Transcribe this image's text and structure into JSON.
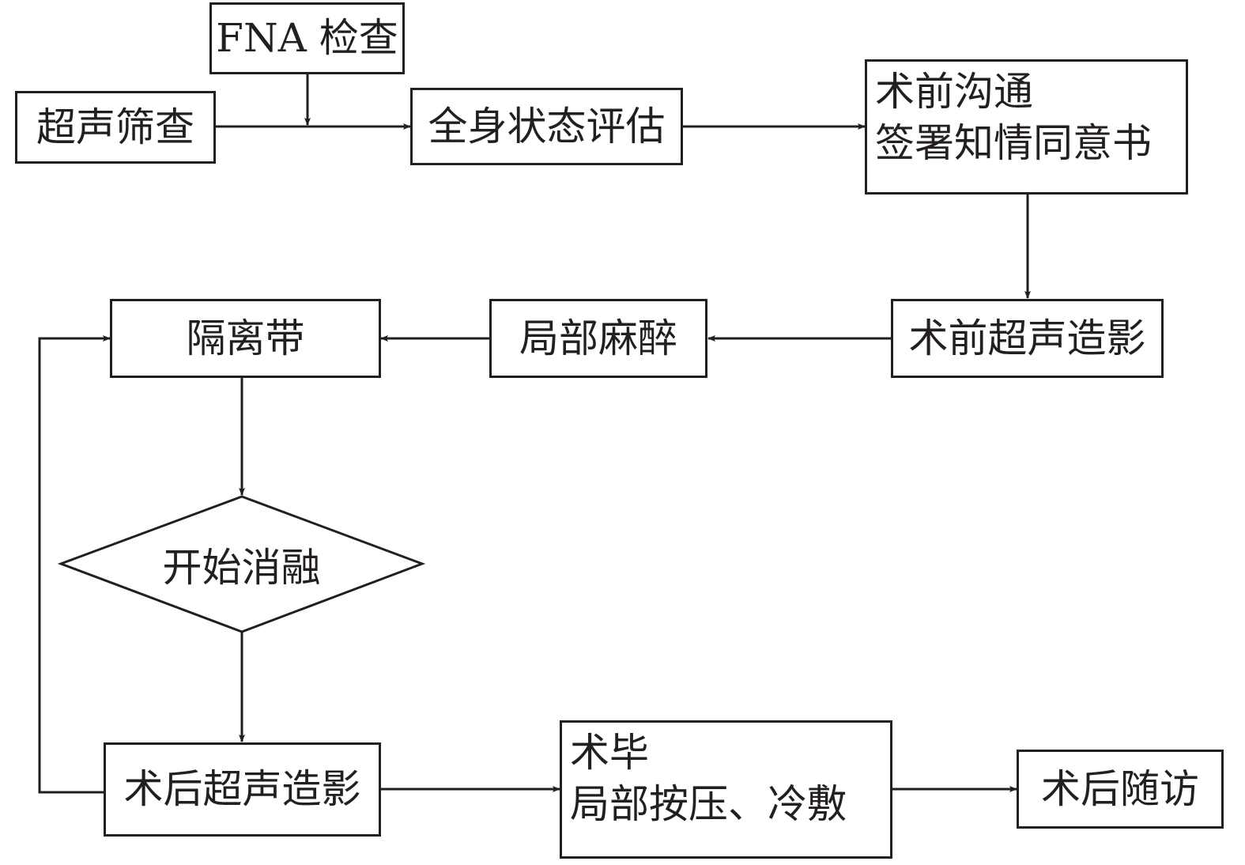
{
  "nodes": {
    "fna": "FNA 检查",
    "screening": "超声筛查",
    "assessment": "全身状态评估",
    "consult_line1": "术前沟通",
    "consult_line2": "签署知情同意书",
    "pre_ceus": "术前超声造影",
    "anesthesia": "局部麻醉",
    "isolation": "隔离带",
    "ablation": "开始消融",
    "post_ceus": "术后超声造影",
    "finish_line1": "术毕",
    "finish_line2": "局部按压、冷敷",
    "followup": "术后随访"
  },
  "colors": {
    "stroke": "#231f20",
    "background": "#ffffff"
  }
}
